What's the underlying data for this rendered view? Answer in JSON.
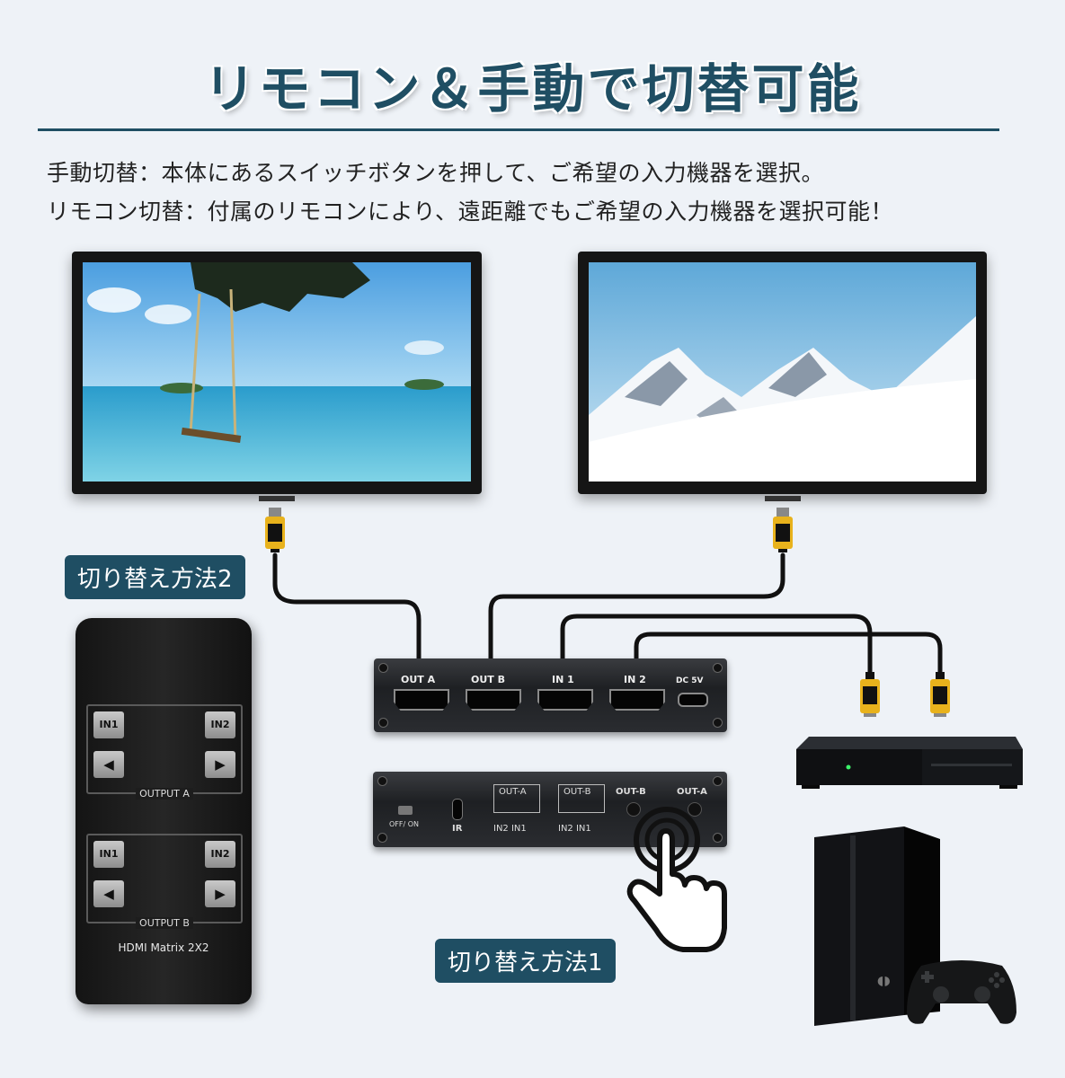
{
  "header": {
    "title": "リモコン＆手動で切替可能",
    "line1": "手動切替：本体にあるスイッチボタンを押して、ご希望の入力機器を選択。",
    "line2": "リモコン切替：付属のリモコンにより、遠距離でもご希望の入力機器を選択可能！"
  },
  "methods": {
    "method2": "切り替え方法2",
    "method1": "切り替え方法1"
  },
  "remote": {
    "panel_a": {
      "in1": "IN1",
      "in2": "IN2",
      "label": "OUTPUT A"
    },
    "panel_b": {
      "in1": "IN1",
      "in2": "IN2",
      "label": "OUTPUT B"
    },
    "left_arrow": "◀",
    "right_arrow": "▶",
    "model": "HDMI Matrix 2X2"
  },
  "switch_front": {
    "ports": [
      "OUT A",
      "OUT B",
      "IN 1",
      "IN 2"
    ],
    "power": "DC 5V"
  },
  "switch_back": {
    "power_switch": "OFF/ ON",
    "ir": "IR",
    "rj_a_label": "OUT-A",
    "rj_b_label": "OUT-B",
    "rj_a_sub": "IN2  IN1",
    "rj_b_sub": "IN2  IN1",
    "led_b": "OUT-B",
    "led_a": "OUT-A"
  },
  "colors": {
    "accent": "#1f4e63",
    "background": "#eef2f7",
    "cable_yellow": "#e8b21c"
  }
}
